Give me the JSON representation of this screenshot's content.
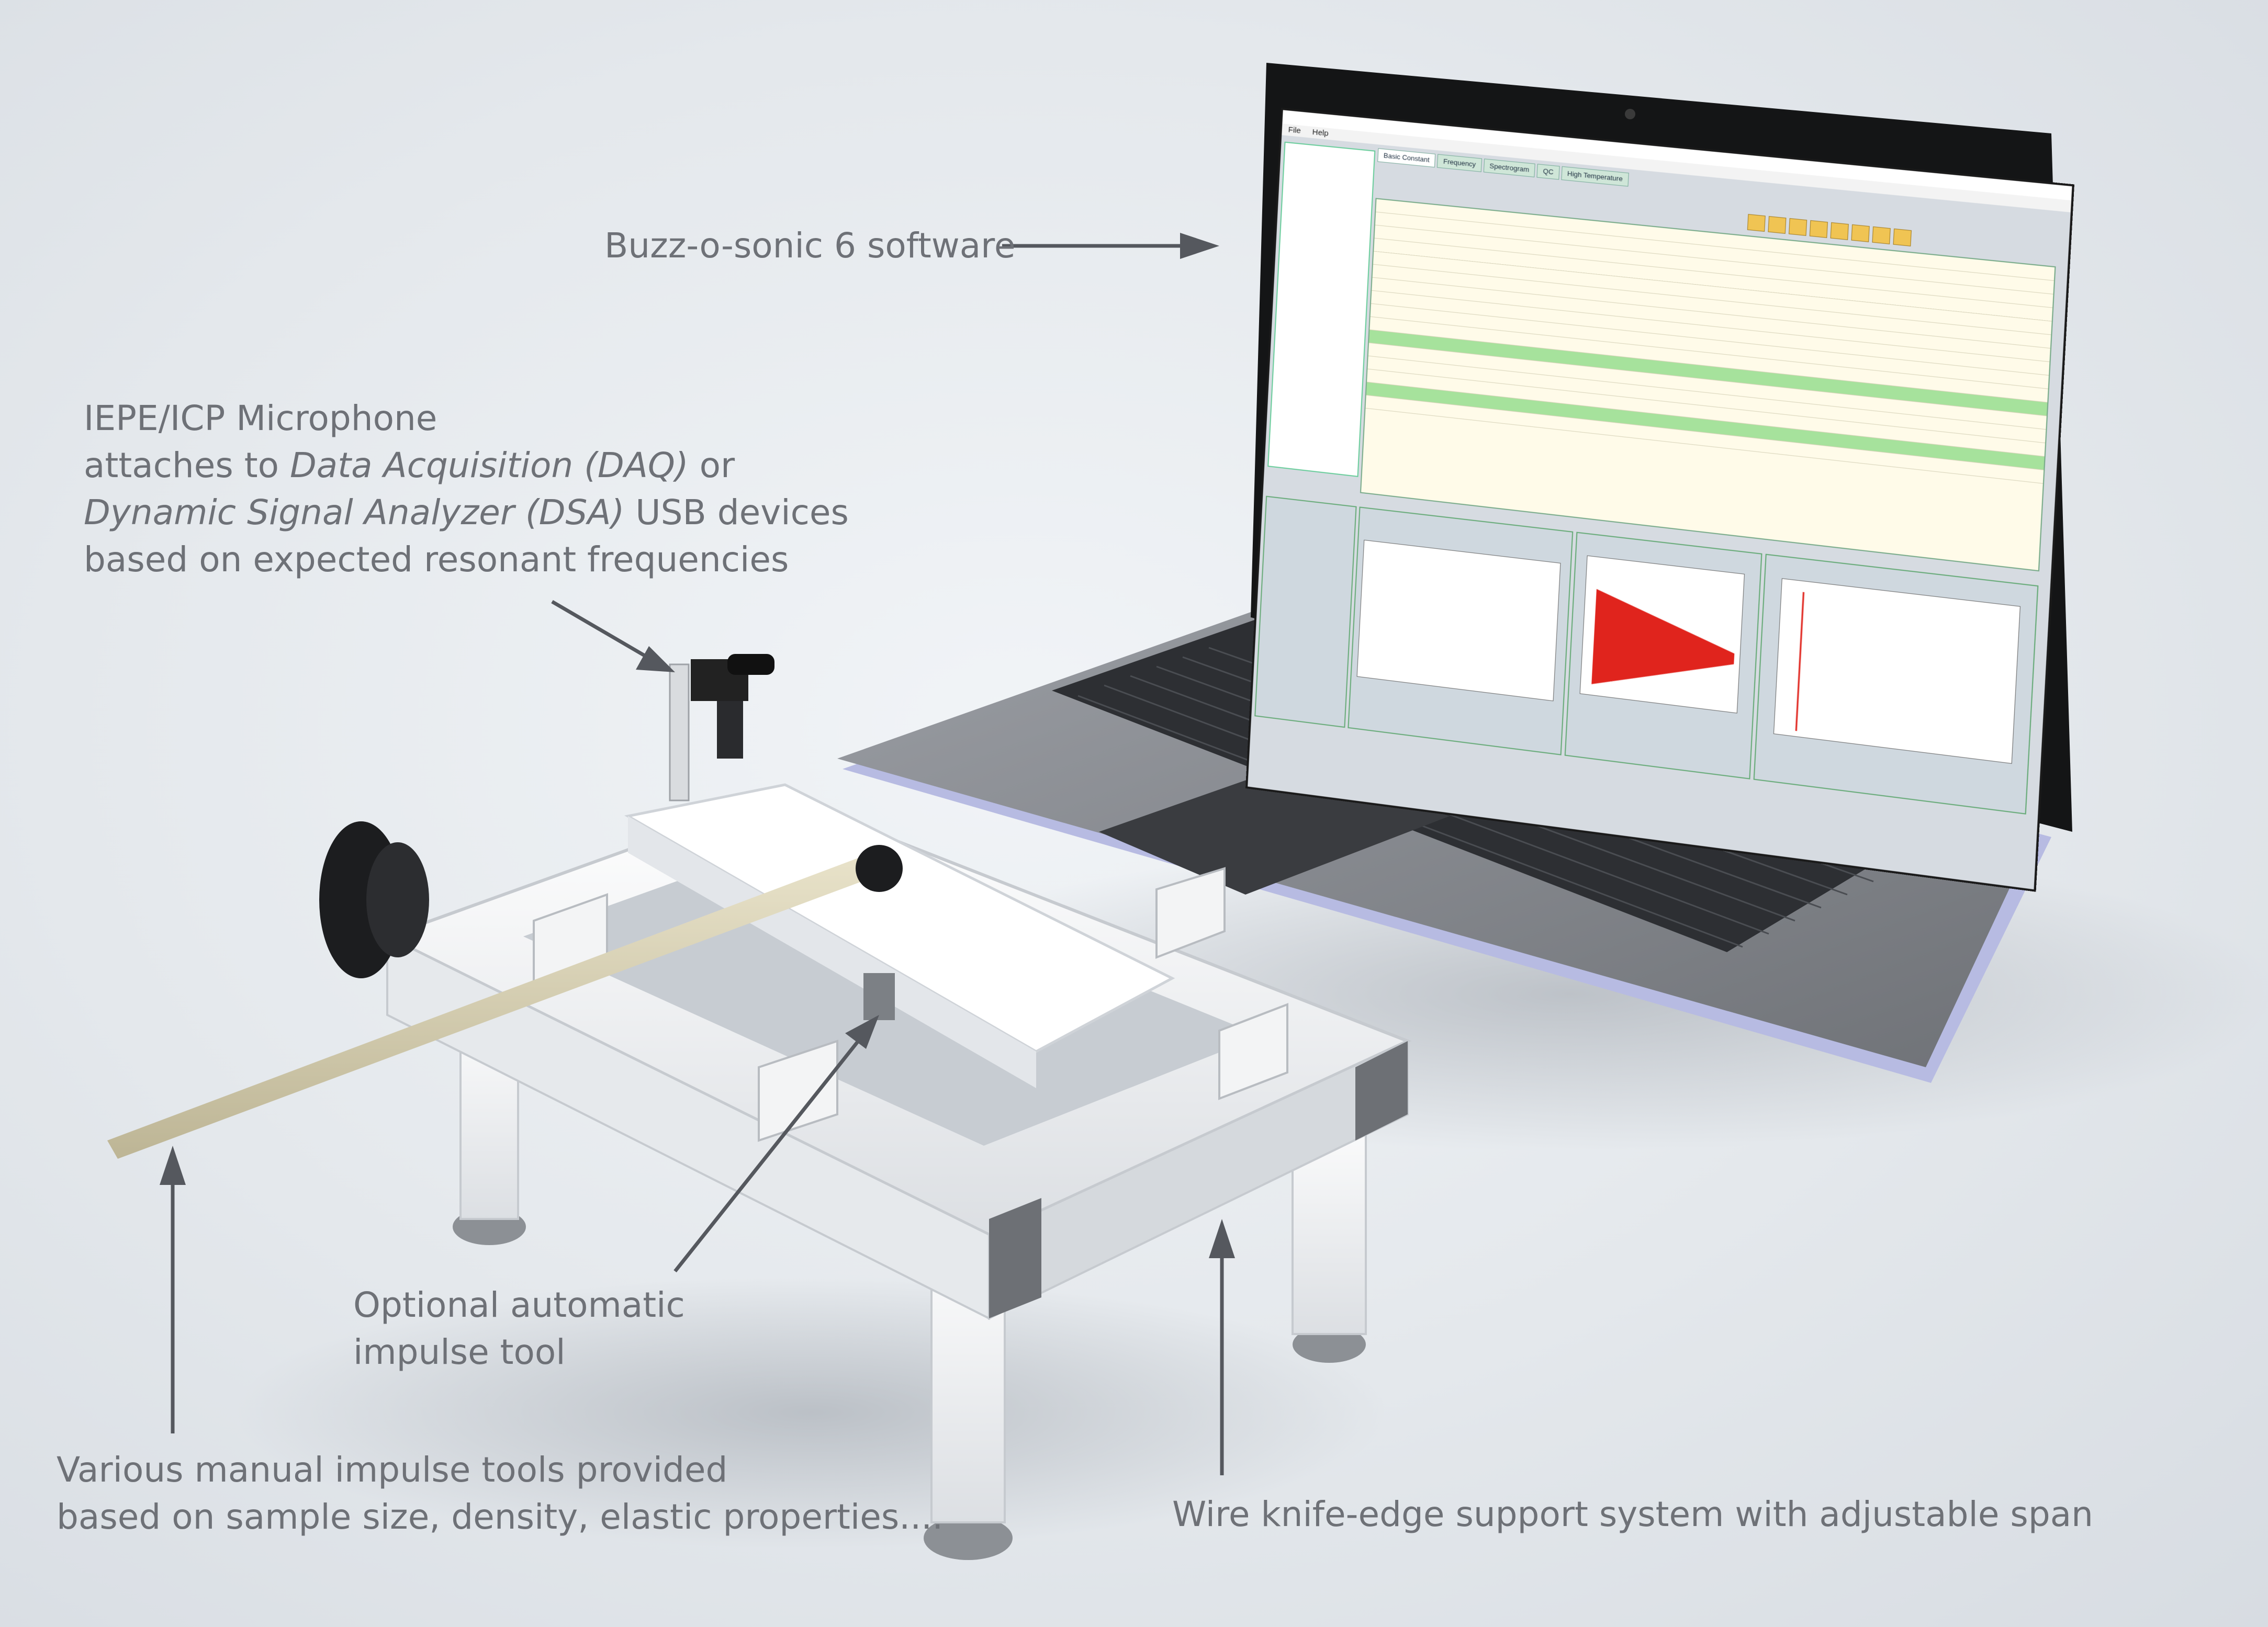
{
  "annotations": {
    "software": "Buzz-o-sonic 6 software",
    "microphone": {
      "line1": "IEPE/ICP Microphone",
      "line2_prefix": "attaches to ",
      "line2_italic": "Data Acquisition (DAQ)",
      "line2_suffix": " or",
      "line3_italic": "Dynamic Signal Analyzer (DSA)",
      "line3_suffix": " USB devices",
      "line4": "based on expected resonant frequencies"
    },
    "impulse_auto": {
      "line1": "Optional automatic",
      "line2": "impulse tool"
    },
    "impulse_manual": {
      "line1": "Various manual impulse tools provided",
      "line2": "based on sample size, density,  elastic properties...."
    },
    "support": "Wire knife-edge support system with adjustable span"
  },
  "screen": {
    "menu": [
      "File",
      "Help"
    ],
    "tabs": [
      "Basic Constant",
      "Frequency",
      "Spectrogram",
      "QC",
      "High Temperature"
    ]
  },
  "colors": {
    "label_text": "#6e7177",
    "arrow": "#55585e",
    "frame_aluminum": "#f4f5f6",
    "laptop_body": "#8b8e93",
    "laptop_edge": "#b5b9e0",
    "screen_green": "#a6e29c",
    "decay_red": "#e0241d"
  }
}
